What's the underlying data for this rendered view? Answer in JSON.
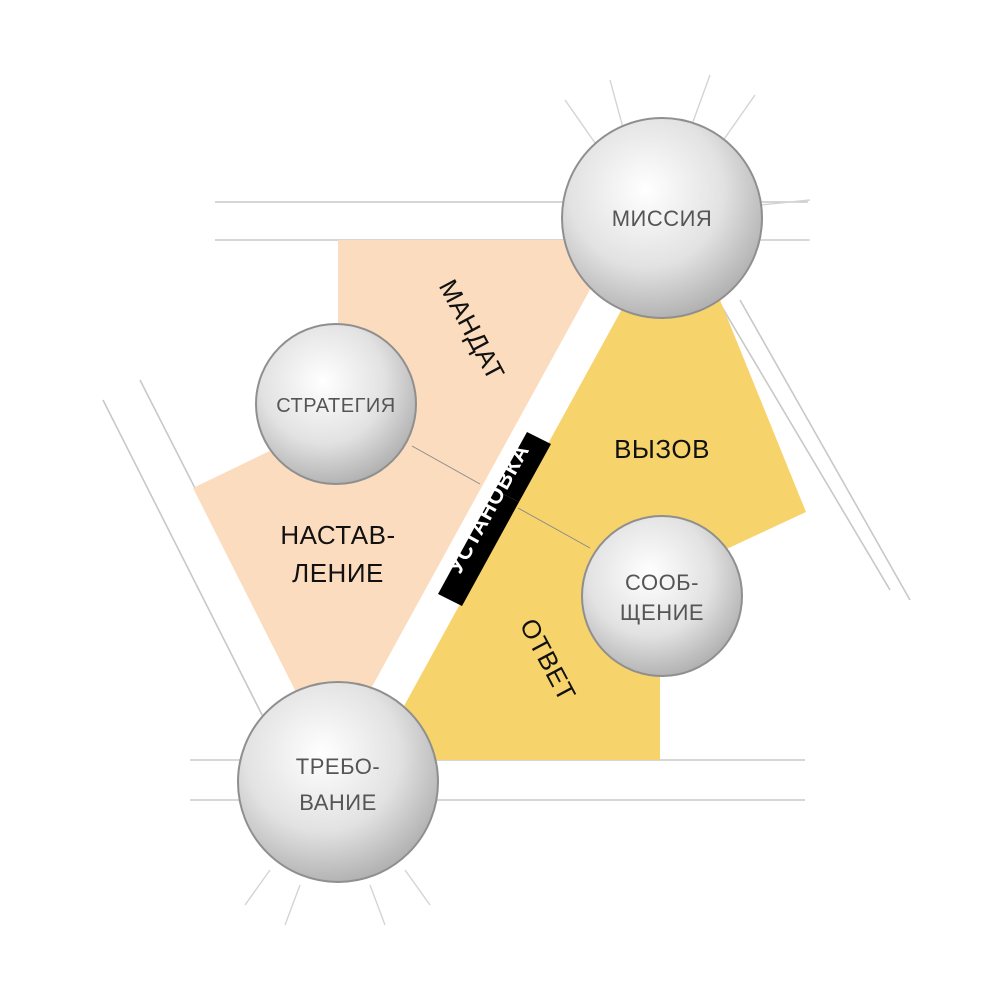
{
  "regions": {
    "mandate": "МАНДАТ",
    "guidance_line1": "НАСТАВ-",
    "guidance_line2": "ЛЕНИЕ",
    "challenge": "ВЫЗОВ",
    "response": "ОТВЕТ"
  },
  "band": {
    "label": "УСТАНОВКА"
  },
  "nodes": {
    "mission": "МИССИЯ",
    "strategy": "СТРАТЕГИЯ",
    "message_line1": "СООБ-",
    "message_line2": "ЩЕНИЕ",
    "requirement_line1": "ТРЕБО-",
    "requirement_line2": "ВАНИЕ"
  },
  "colors": {
    "peach": "#fcdcbe",
    "yellow": "#f7d36b",
    "band": "#000000",
    "node_fill": "#d8d8d8",
    "node_stroke": "#8f8f8f"
  }
}
